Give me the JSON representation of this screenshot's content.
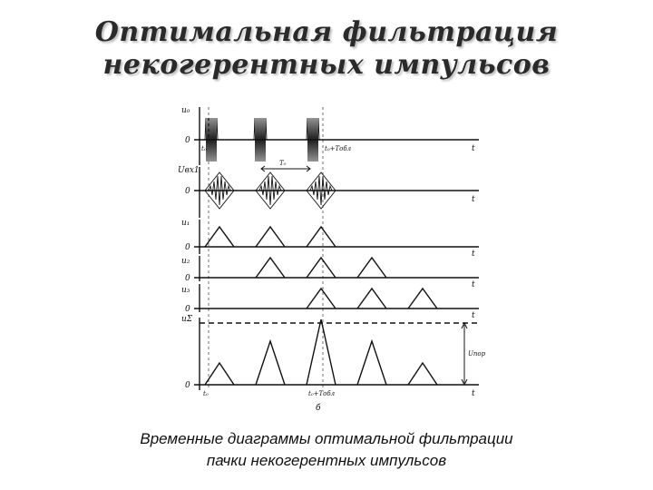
{
  "title": {
    "line1": "Оптимальная фильтрация",
    "line2": "некогерентных импульсов"
  },
  "caption": {
    "line1": "Временные диаграммы оптимальной фильтрации",
    "line2": "пачки некогерентных импульсов"
  },
  "diagram": {
    "rows": [
      {
        "label": "u₀",
        "zero": "0",
        "axis": "t",
        "note": "t₀+Tобл",
        "start": "t₀",
        "spacing": "T₀"
      },
      {
        "label": "Uвх1",
        "zero": "0",
        "axis": "t"
      },
      {
        "label": "u₁",
        "zero": "0",
        "axis": "t"
      },
      {
        "label": "u₂",
        "zero": "0",
        "axis": "t"
      },
      {
        "label": "u₃",
        "zero": "0",
        "axis": "t"
      },
      {
        "label": "uΣ",
        "zero": "0",
        "axis": "t",
        "threshold": "Uпор",
        "start": "t₀",
        "end": "t₀+Tобл"
      }
    ],
    "sub": "б"
  }
}
